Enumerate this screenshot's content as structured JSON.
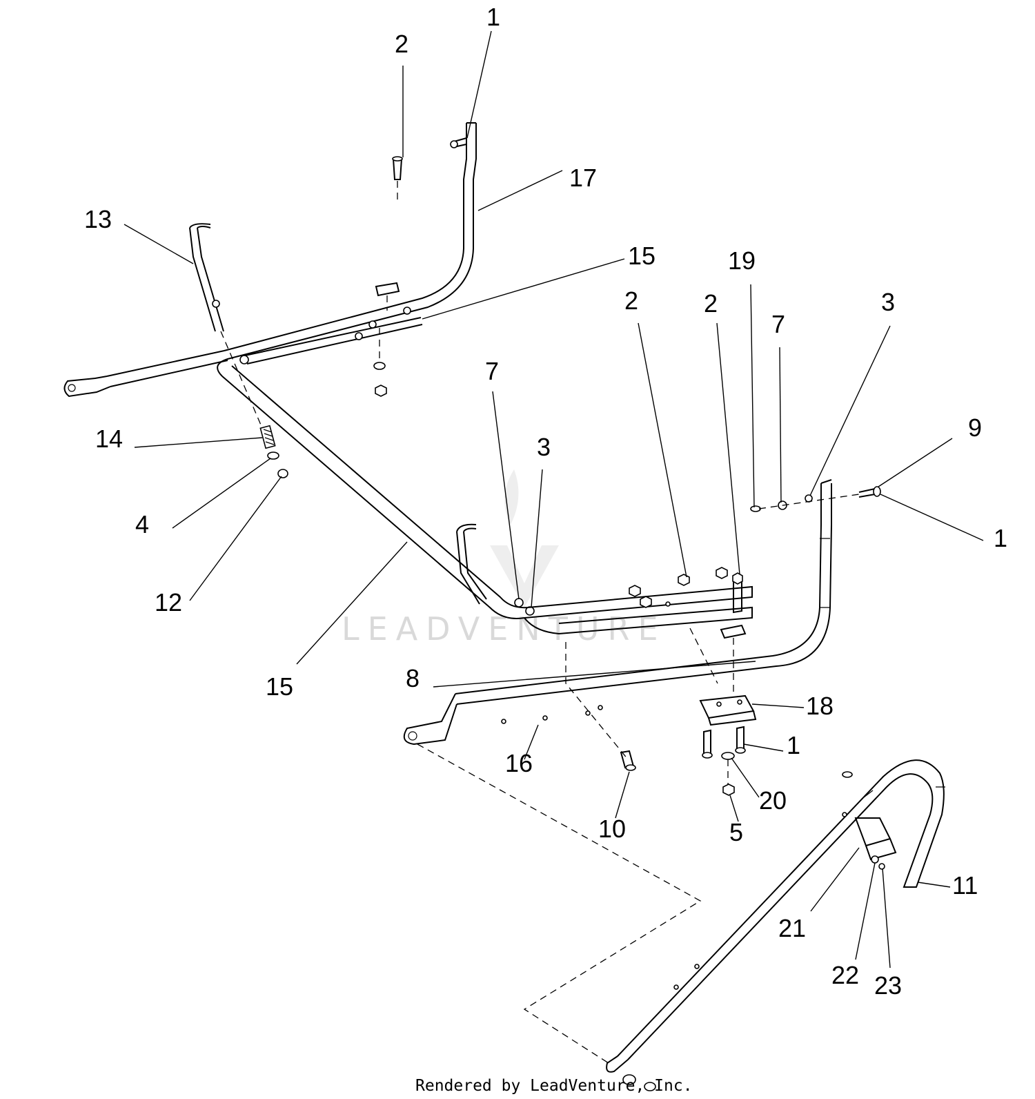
{
  "diagram": {
    "callouts": [
      {
        "id": "c1a",
        "text": "1"
      },
      {
        "id": "c2a",
        "text": "2"
      },
      {
        "id": "c17",
        "text": "17"
      },
      {
        "id": "c13",
        "text": "13"
      },
      {
        "id": "c15a",
        "text": "15"
      },
      {
        "id": "c19",
        "text": "19"
      },
      {
        "id": "c2b",
        "text": "2"
      },
      {
        "id": "c2c",
        "text": "2"
      },
      {
        "id": "c3a",
        "text": "3"
      },
      {
        "id": "c7a",
        "text": "7"
      },
      {
        "id": "c9",
        "text": "9"
      },
      {
        "id": "c14",
        "text": "14"
      },
      {
        "id": "c7b",
        "text": "7"
      },
      {
        "id": "c3b",
        "text": "3"
      },
      {
        "id": "c1b",
        "text": "1"
      },
      {
        "id": "c4",
        "text": "4"
      },
      {
        "id": "c12",
        "text": "12"
      },
      {
        "id": "c15b",
        "text": "15"
      },
      {
        "id": "c8",
        "text": "8"
      },
      {
        "id": "c18",
        "text": "18"
      },
      {
        "id": "c1c",
        "text": "1"
      },
      {
        "id": "c16",
        "text": "16"
      },
      {
        "id": "c20",
        "text": "20"
      },
      {
        "id": "c10",
        "text": "10"
      },
      {
        "id": "c5",
        "text": "5"
      },
      {
        "id": "c11",
        "text": "11"
      },
      {
        "id": "c21",
        "text": "21"
      },
      {
        "id": "c22",
        "text": "22"
      },
      {
        "id": "c23",
        "text": "23"
      }
    ]
  },
  "watermark": "LEADVENTURE",
  "footer": "Rendered by LeadVenture, Inc."
}
